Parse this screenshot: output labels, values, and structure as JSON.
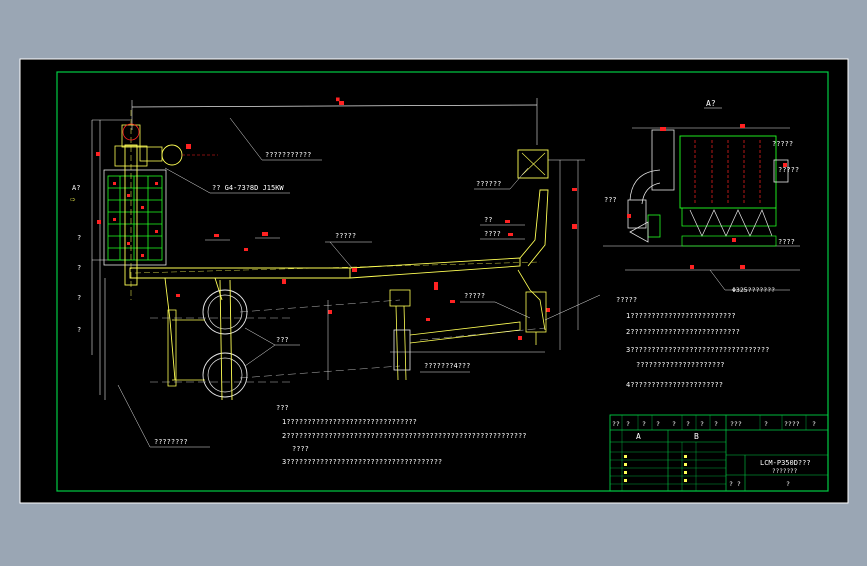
{
  "drawing": {
    "overall_dim": "■",
    "view_a_label": "A?",
    "view_a_arrow_label": "A?",
    "fan_model": "?? G4-73?8D J15KW",
    "callouts": {
      "top_pipe": "???????????",
      "hood": "??????",
      "small1": "??",
      "small2": "????",
      "mid_pipe": "?????",
      "right_mid": "?????",
      "cyclones": "???",
      "drain": "???????4???",
      "bottom_left": "????????",
      "left_mark1": "?",
      "left_mark2": "?",
      "left_mark3": "?",
      "left_mark4": "?"
    },
    "notes_bottom": {
      "title": "???",
      "line1": "1???????????????????????????????",
      "line2": "2?????????????????????????????????????????????????????????",
      "line2b": "????",
      "line3": "3?????????????????????????????????????"
    },
    "right_view": {
      "label_top": "?????",
      "label_side": "???",
      "label_right1": "?????",
      "label_right2": "????",
      "pipe_spec": "Φ325???????"
    },
    "notes_right": {
      "title": "?????",
      "line1": "1?????????????????????????",
      "line2": "2??????????????????????????",
      "line3": "3?????????????????????????????????",
      "line3b": "?????????????????????",
      "line4": "4??????????????????????"
    },
    "title_block": {
      "header": [
        "??",
        "?",
        "?",
        "?",
        "?",
        "?",
        "?",
        "?"
      ],
      "header_right": [
        "???",
        "?",
        "????",
        "?"
      ],
      "col_a": "A",
      "col_b": "B",
      "drawing_name": "LCM-P350D???",
      "drawing_sub": "???????",
      "bottom_left": "? ?",
      "bottom_mid": "?"
    }
  },
  "colors": {
    "background": "#000000",
    "border": "#00cc44",
    "line_yellow": "#ffff55",
    "line_white": "#e6e6e6",
    "line_green": "#22ff22",
    "line_cyan": "#00c8c8",
    "mark_red": "#ff2222"
  }
}
